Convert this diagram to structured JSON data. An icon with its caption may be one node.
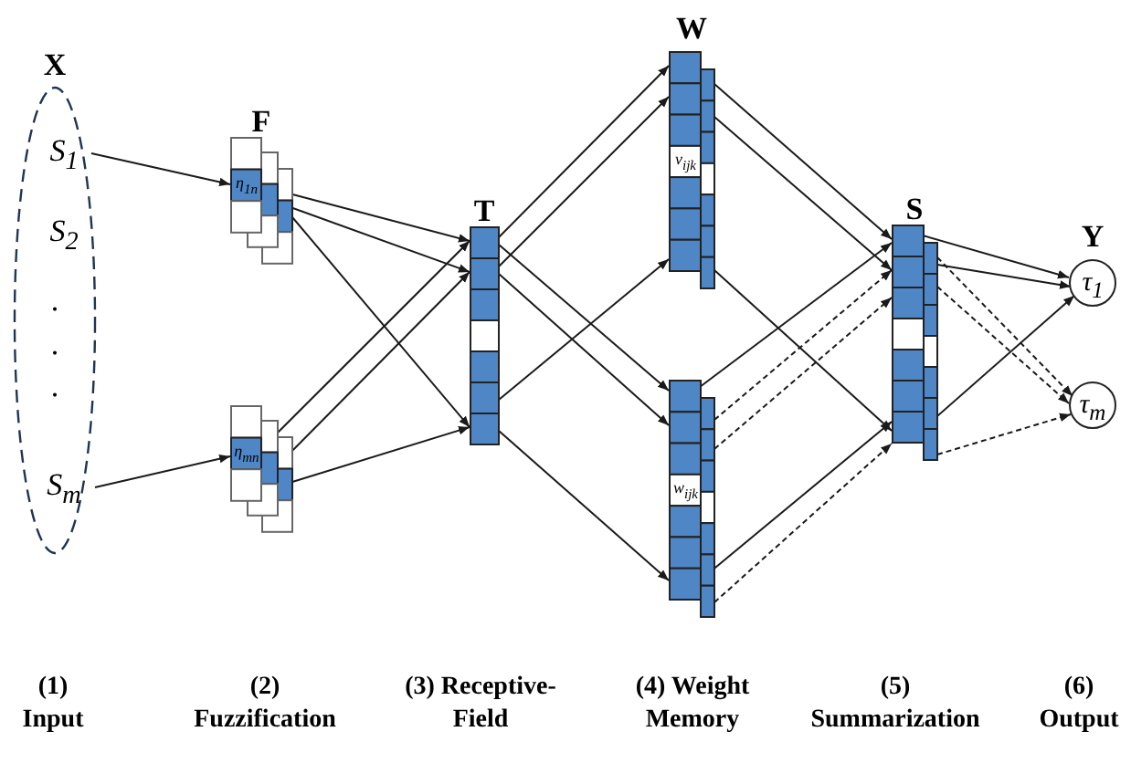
{
  "diagram": {
    "nodes": [
      {
        "text": [
          "X"
        ]
      },
      {
        "text": [
          "S$_{1}$"
        ],
        "in": 0
      },
      {
        "text": [
          "S$_{2}$"
        ],
        "in": 0
      },
      {
        "text": [
          "S$_{m}$"
        ],
        "in": 0
      },
      {
        "text": [
          "F",
          "η$_{1n}$"
        ]
      },
      {
        "text": [
          "η$_{mn}$"
        ]
      },
      {
        "text": [
          "T"
        ]
      },
      {
        "text": [
          "W",
          "v$_{ijk}$"
        ]
      },
      {
        "text": [
          "w$_{ijk}$"
        ]
      },
      {
        "text": [
          "S"
        ]
      },
      {
        "text": [
          "Y",
          "τ$_{1}$"
        ]
      },
      {
        "text": [
          "τ$_{m}$"
        ]
      }
    ],
    "edges": [
      {
        "from": 1,
        "to": 4,
        "arrow": "to"
      },
      {
        "from": 3,
        "to": 5,
        "arrow": "to"
      },
      {
        "from": 4,
        "to": 6,
        "arrow": "to"
      },
      {
        "from": 4,
        "to": 6,
        "arrow": "to"
      },
      {
        "from": 4,
        "to": 6,
        "arrow": "to"
      },
      {
        "from": 5,
        "to": 6,
        "arrow": "to"
      },
      {
        "from": 5,
        "to": 6,
        "arrow": "to"
      },
      {
        "from": 5,
        "to": 6,
        "arrow": "to"
      },
      {
        "from": 6,
        "to": 7,
        "arrow": "to"
      },
      {
        "from": 6,
        "to": 7,
        "arrow": "to"
      },
      {
        "from": 6,
        "to": 7,
        "arrow": "to"
      },
      {
        "from": 6,
        "to": 8,
        "arrow": "to"
      },
      {
        "from": 6,
        "to": 8,
        "arrow": "to"
      },
      {
        "from": 6,
        "to": 8,
        "arrow": "to"
      },
      {
        "from": 7,
        "to": 9,
        "arrow": "to"
      },
      {
        "from": 7,
        "to": 9,
        "arrow": "to"
      },
      {
        "from": 7,
        "to": 9,
        "arrow": "to"
      },
      {
        "from": 8,
        "to": 9,
        "arrow": "to"
      },
      {
        "from": 8,
        "to": 9,
        "arrow": "to",
        "style": "dashed"
      },
      {
        "from": 8,
        "to": 9,
        "arrow": "to",
        "style": "dashed"
      },
      {
        "from": 8,
        "to": 9,
        "arrow": "to"
      },
      {
        "from": 8,
        "to": 9,
        "arrow": "to",
        "style": "dashed"
      },
      {
        "from": 9,
        "to": 10,
        "arrow": "to"
      },
      {
        "from": 9,
        "to": 10,
        "arrow": "to"
      },
      {
        "from": 9,
        "to": 10,
        "arrow": "to"
      },
      {
        "from": 9,
        "to": 11,
        "arrow": "to",
        "style": "dashed"
      },
      {
        "from": 9,
        "to": 11,
        "arrow": "to",
        "style": "dashed"
      },
      {
        "from": 9,
        "to": 11,
        "arrow": "to",
        "style": "dashed"
      }
    ],
    "labels": [
      ".",
      ".",
      ".",
      "(1) Input",
      "(2) Fuzzification",
      "(3) Receptive-Field",
      "(4) Weight Memory",
      "(5) Summarization",
      "(6) Output"
    ]
  }
}
